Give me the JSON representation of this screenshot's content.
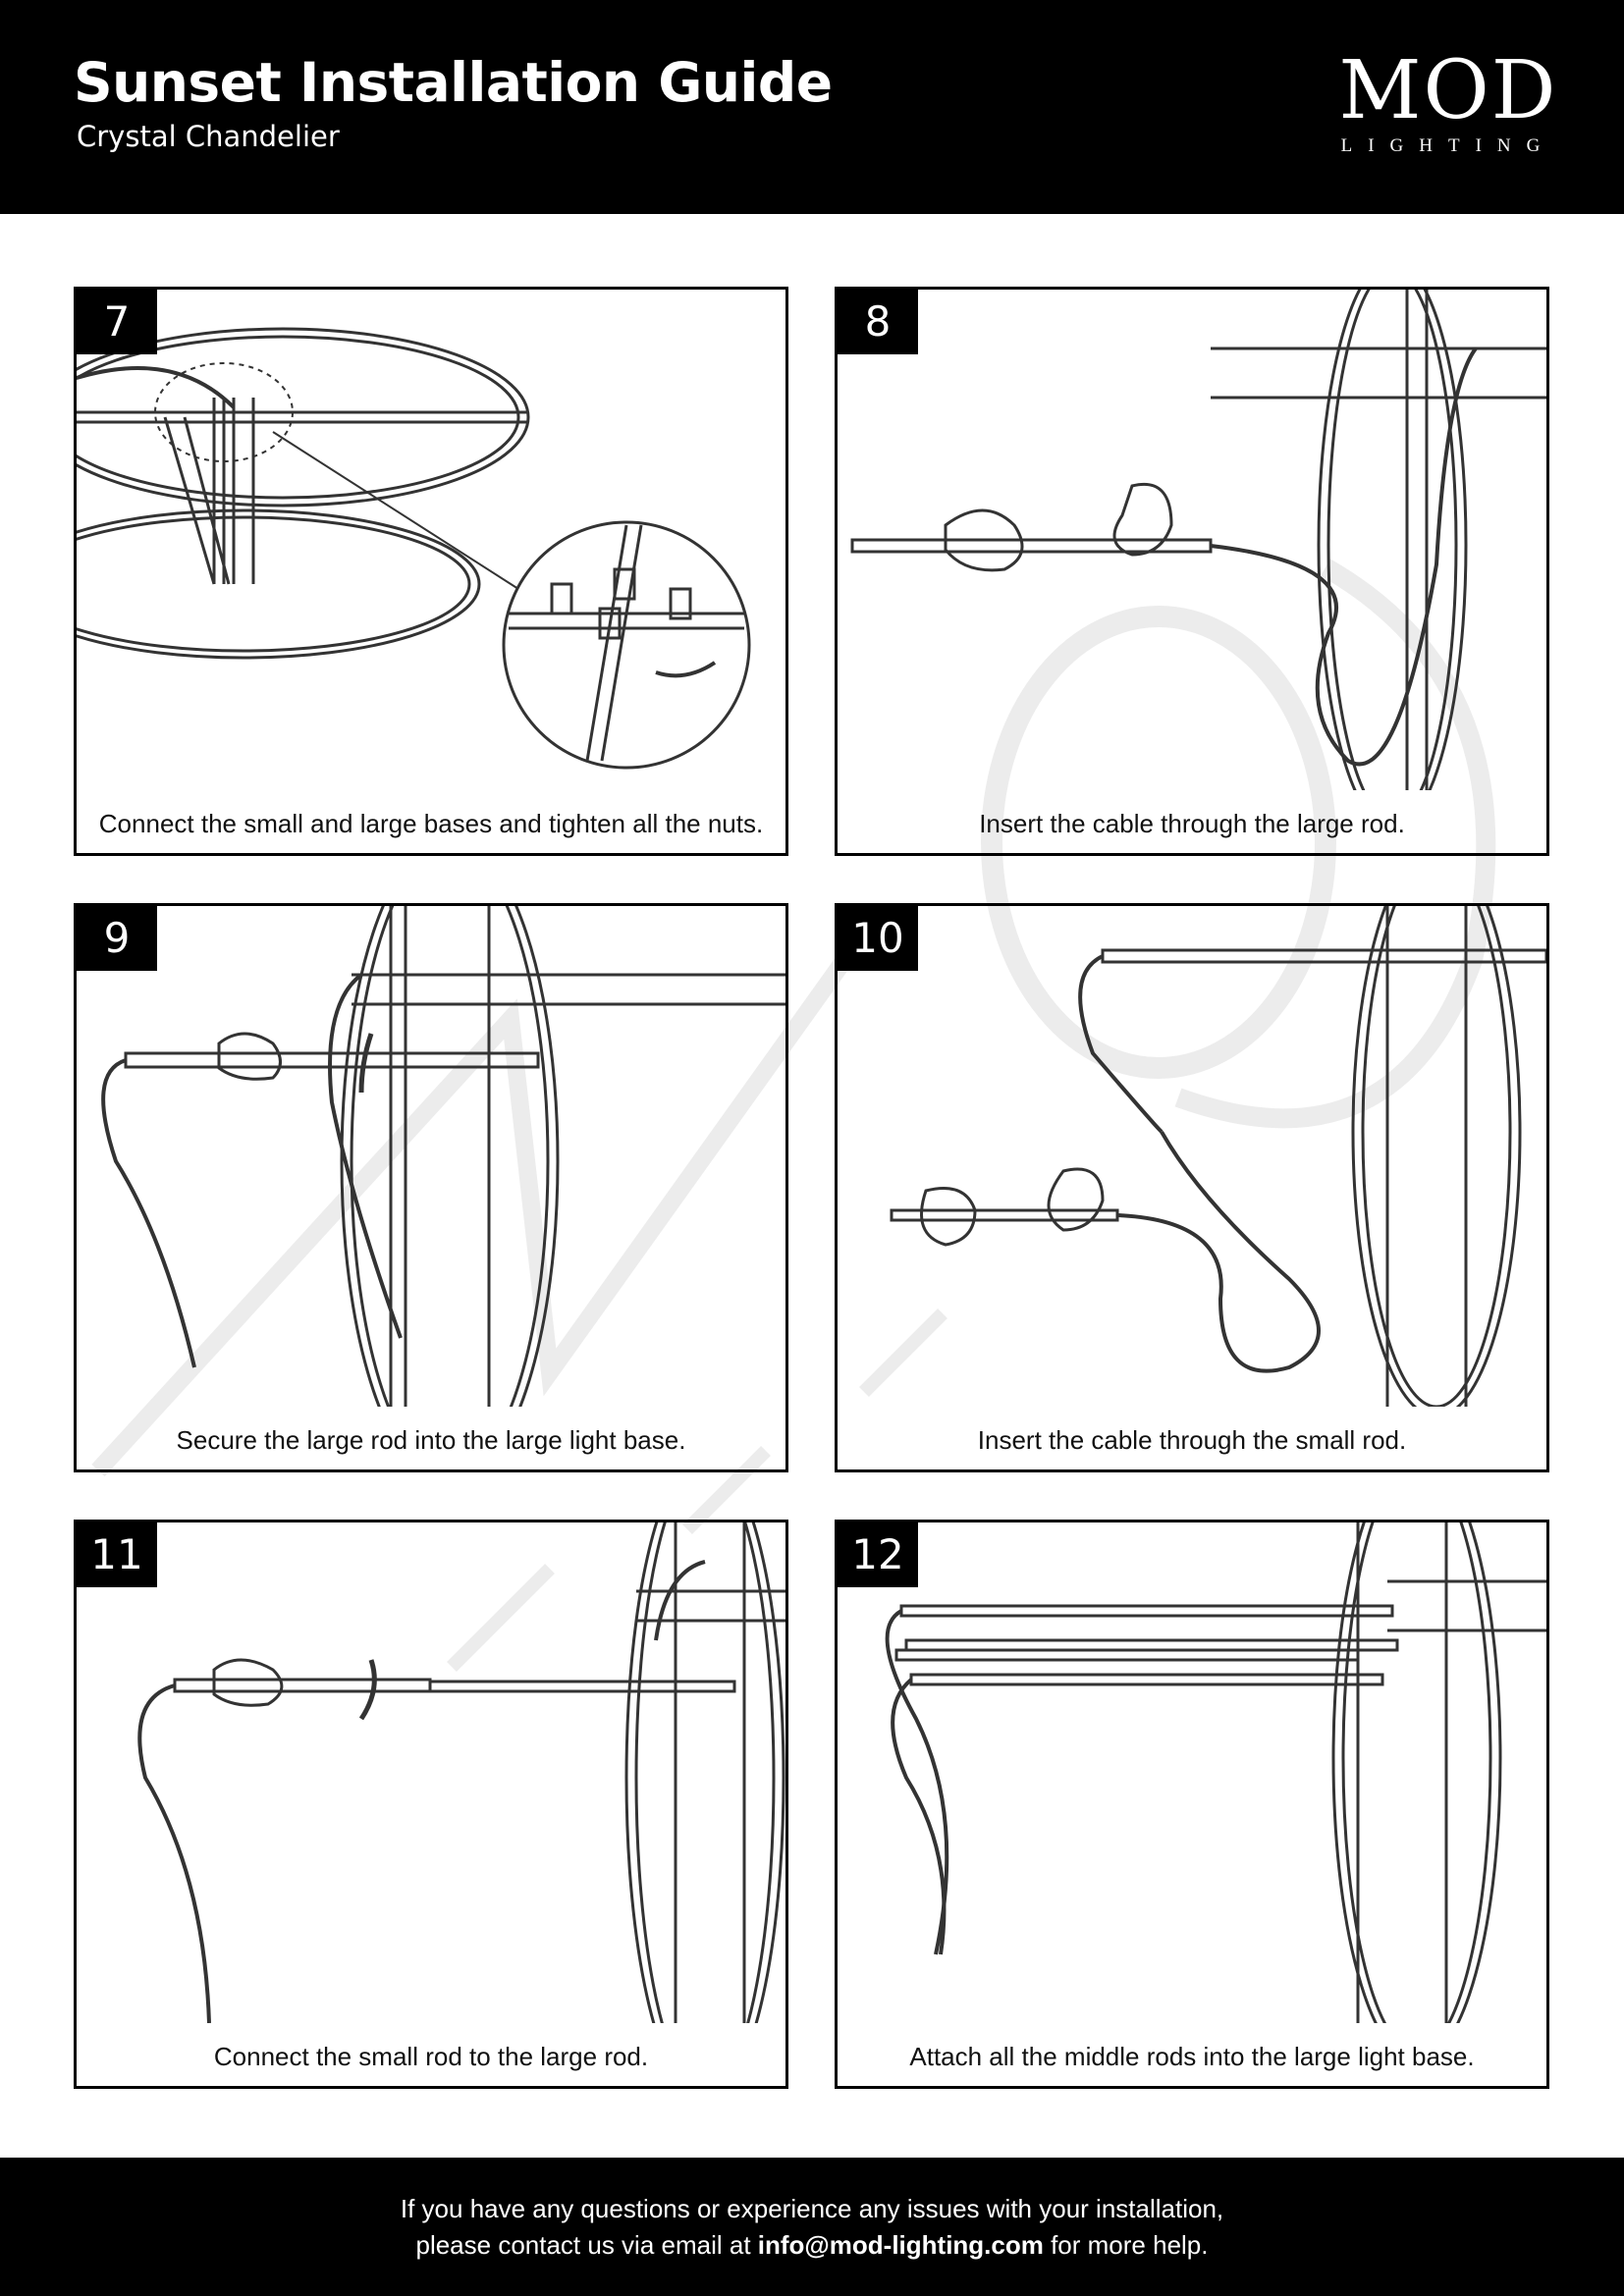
{
  "header": {
    "title": "Sunset Installation Guide",
    "subtitle": "Crystal Chandelier",
    "logo_mark": "MOD",
    "logo_sub": "LIGHTING"
  },
  "steps": [
    {
      "number": "7",
      "caption": "Connect the small and large bases and tighten all the nuts."
    },
    {
      "number": "8",
      "caption": "Insert the cable through the large rod."
    },
    {
      "number": "9",
      "caption": "Secure the large rod into the large light base."
    },
    {
      "number": "10",
      "caption": "Insert the cable through the small rod."
    },
    {
      "number": "11",
      "caption": "Connect the small rod to the large rod."
    },
    {
      "number": "12",
      "caption": "Attach all the middle rods into the large light base."
    }
  ],
  "footer": {
    "line1": "If you have any questions or experience any issues with your installation,",
    "line2_pre": "please contact us via email at ",
    "email": "info@mod-lighting.com",
    "line2_post": " for more help."
  },
  "colors": {
    "header_bg": "#000000",
    "line_art": "#333333",
    "watermark": "#ececec"
  }
}
